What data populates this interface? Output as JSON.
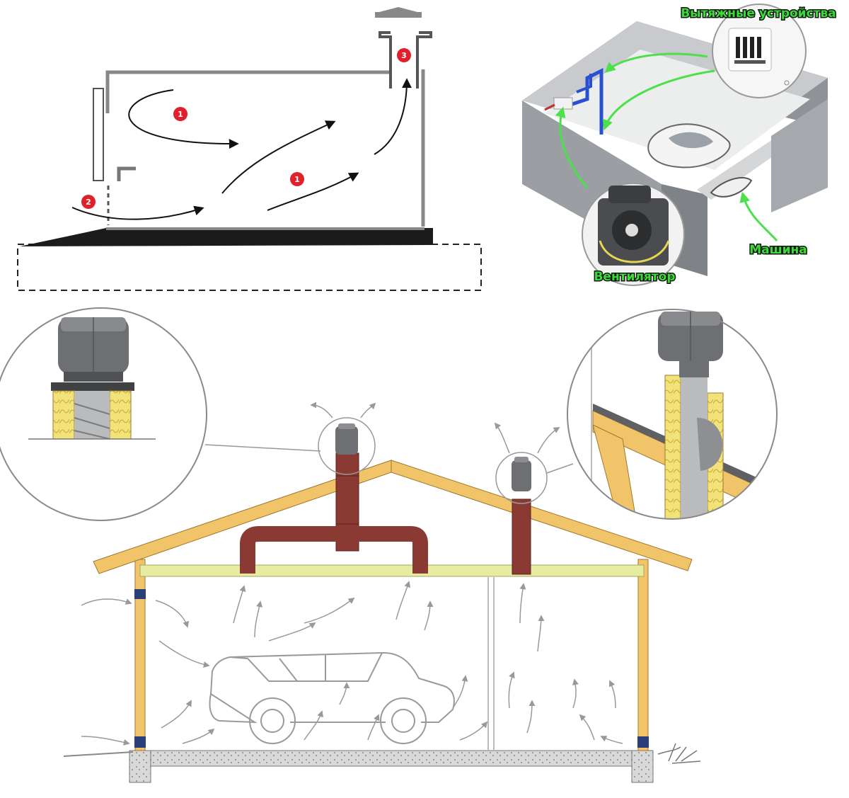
{
  "labels": {
    "exhaust_devices": "Вытяжные устройства",
    "car": "Машина",
    "fan": "Вентилятор"
  },
  "markers": [
    "1",
    "2",
    "3",
    "1"
  ],
  "colors": {
    "label_green": "#3fd83a",
    "marker_red": "#e0202a",
    "duct_brown": "#8a3a32",
    "timber": "#f2c46a",
    "insulation": "#f1e37a",
    "deflector_gray": "#6d6f72",
    "duct_blue": "#2a4fd0"
  }
}
